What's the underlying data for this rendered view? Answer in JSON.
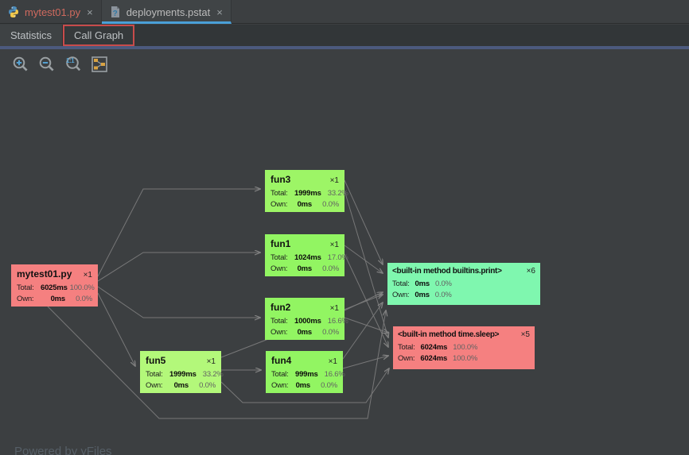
{
  "editor_tabs": [
    {
      "label": "mytest01.py",
      "icon": "python-file-icon",
      "modified": true
    },
    {
      "label": "deployments.pstat",
      "icon": "unknown-file-icon",
      "active": true
    }
  ],
  "icons": {
    "close": "×",
    "unknown_file_glyph": "?"
  },
  "profiler_tabs": [
    {
      "label": "Statistics"
    },
    {
      "label": "Call Graph",
      "highlighted": true
    }
  ],
  "toolbar": {
    "actual_size_label": "1:1",
    "buttons": [
      "zoom-in",
      "zoom-out",
      "actual-size",
      "fit-content"
    ]
  },
  "colors": {
    "hot_node": "#f58080",
    "warm_node": "#b3f87a",
    "mid_node": "#9df566",
    "green_node": "#92f562",
    "cold_node": "#7ff7af",
    "tab_underline": "#4aa0d8",
    "annotation_red": "#c84b4b",
    "stripe_blue": "#4c5a7e",
    "background": "#3c3f41",
    "edge_gray": "#7e7e7e"
  },
  "graph": {
    "row_labels": {
      "total": "Total:",
      "own": "Own:"
    },
    "nodes": [
      {
        "id": "mytest01",
        "title": "mytest01.py",
        "calls": "×1",
        "total": "6025ms",
        "total_pct": "100.0%",
        "own": "0ms",
        "own_pct": "0.0%",
        "color": "#f58080"
      },
      {
        "id": "fun3",
        "title": "fun3",
        "calls": "×1",
        "total": "1999ms",
        "total_pct": "33.2%",
        "own": "0ms",
        "own_pct": "0.0%",
        "color": "#9df566"
      },
      {
        "id": "fun1",
        "title": "fun1",
        "calls": "×1",
        "total": "1024ms",
        "total_pct": "17.0%",
        "own": "0ms",
        "own_pct": "0.0%",
        "color": "#92f562"
      },
      {
        "id": "fun2",
        "title": "fun2",
        "calls": "×1",
        "total": "1000ms",
        "total_pct": "16.6%",
        "own": "0ms",
        "own_pct": "0.0%",
        "color": "#92f562"
      },
      {
        "id": "fun5",
        "title": "fun5",
        "calls": "×1",
        "total": "1999ms",
        "total_pct": "33.2%",
        "own": "0ms",
        "own_pct": "0.0%",
        "color": "#b3f87a"
      },
      {
        "id": "fun4",
        "title": "fun4",
        "calls": "×1",
        "total": "999ms",
        "total_pct": "16.6%",
        "own": "0ms",
        "own_pct": "0.0%",
        "color": "#92f562"
      },
      {
        "id": "print",
        "title": "<built-in method builtins.print>",
        "calls": "×6",
        "total": "0ms",
        "total_pct": "0.0%",
        "own": "0ms",
        "own_pct": "0.0%",
        "color": "#7ff7af"
      },
      {
        "id": "sleep",
        "title": "<built-in method time.sleep>",
        "calls": "×5",
        "total": "6024ms",
        "total_pct": "100.0%",
        "own": "6024ms",
        "own_pct": "100.0%",
        "color": "#f58080"
      }
    ],
    "edges": [
      {
        "from": "mytest01",
        "to": "fun3"
      },
      {
        "from": "mytest01",
        "to": "fun1"
      },
      {
        "from": "mytest01",
        "to": "fun2"
      },
      {
        "from": "mytest01",
        "to": "fun5"
      },
      {
        "from": "mytest01",
        "to": "print"
      },
      {
        "from": "fun5",
        "to": "fun4"
      },
      {
        "from": "fun5",
        "to": "print"
      },
      {
        "from": "fun5",
        "to": "sleep"
      },
      {
        "from": "fun3",
        "to": "print"
      },
      {
        "from": "fun3",
        "to": "sleep"
      },
      {
        "from": "fun1",
        "to": "print"
      },
      {
        "from": "fun1",
        "to": "sleep"
      },
      {
        "from": "fun2",
        "to": "print"
      },
      {
        "from": "fun2",
        "to": "sleep"
      },
      {
        "from": "fun4",
        "to": "print"
      },
      {
        "from": "fun4",
        "to": "sleep"
      }
    ]
  },
  "footer": {
    "powered_by": "Powered by yFiles"
  }
}
